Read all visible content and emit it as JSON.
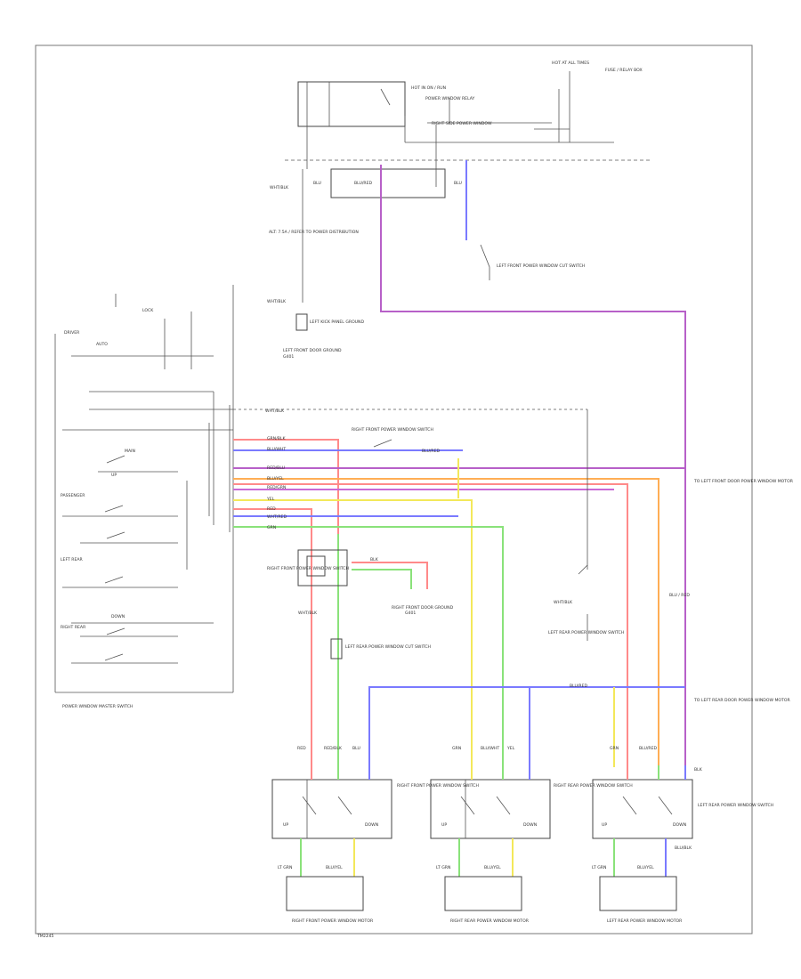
{
  "figure_code": "TM2245",
  "labels": {
    "power_window_relay": "POWER WINDOW RELAY",
    "hot_in_on": "HOT IN ON / RUN",
    "hot_at_all_times": "HOT AT ALL TIMES",
    "fuse_box": "FUSE / RELAY BOX",
    "relay_pins": "RIGHT SIDE POWER WINDOW",
    "wht_blk_a": "WHT/BLK",
    "blu": "BLU",
    "blu_red": "BLU/RED",
    "blu_top": "BLU",
    "under_dash": "ALT: 7.5A / REFER TO POWER DISTRIBUTION",
    "left_kick_ground": "LEFT KICK PANEL GROUND",
    "left_front_pw_junction": "LEFT FRONT POWER WINDOW CUT SWITCH",
    "wht_blk_ground": "WHT/BLK",
    "ground_left": "LEFT FRONT DOOR GROUND",
    "ground_note": "G401",
    "master_switch": "POWER WINDOW MASTER SWITCH",
    "sw_driver": "DRIVER",
    "sw_passenger": "PASSENGER",
    "sw_left_rear": "LEFT REAR",
    "sw_right_rear": "RIGHT REAR",
    "sw_main": "MAIN",
    "sw_up": "UP",
    "sw_down": "DOWN",
    "sw_auto": "AUTO",
    "lock": "LOCK",
    "wht_blk_c": "WHT/BLK",
    "right_front_switch": "RIGHT FRONT POWER WINDOW SWITCH",
    "right_front_switch2": "RIGHT FRONT POWER WINDOW SWITCH",
    "wht_blk_mid": "WHT/BLK",
    "grn_blk": "GRN/BLK",
    "red_blu": "RED/BLU",
    "blu_wht": "BLU/WHT",
    "blu_yel": "BLU/YEL",
    "red_grn": "RED/GRN",
    "yel": "YEL",
    "red": "RED",
    "wht_red": "WHT/RED",
    "grn": "GRN",
    "blu_red2": "BLU/RED",
    "blk": "BLK",
    "to_ground": "G401",
    "right_door_ground": "RIGHT FRONT DOOR GROUND",
    "right_rear_switch_box": "LEFT REAR POWER WINDOW CUT SWITCH",
    "cut_switch": "WHT/BLK",
    "left_rear_cut": "LEFT REAR POWER WINDOW SWITCH",
    "blu_arrow": "BLU/RED",
    "to_left_front": "TO LEFT FRONT DOOR POWER WINDOW MOTOR",
    "to_left_rear": "TO LEFT REAR DOOR POWER WINDOW MOTOR",
    "blu_right": "BLU / RED",
    "red_l": "RED",
    "red_blk": "RED/BLK",
    "blu_l": "BLU",
    "grn_l": "GRN",
    "blu_wht_l": "BLU/WHT",
    "yel_l": "YEL",
    "grn_r": "GRN",
    "blu_r": "BLU/RED",
    "blk_r": "BLK",
    "right_front_sw": "RIGHT FRONT POWER WINDOW SWITCH",
    "right_rear_sw": "RIGHT REAR POWER WINDOW SWITCH",
    "left_rear_sw": "LEFT REAR POWER WINDOW SWITCH",
    "up": "UP",
    "down": "DOWN",
    "lt_grn": "LT GRN",
    "blu_yel2": "BLU/YEL",
    "right_front_motor": "RIGHT FRONT POWER WINDOW MOTOR",
    "right_rear_motor": "RIGHT REAR POWER WINDOW MOTOR",
    "left_rear_motor": "LEFT REAR POWER WINDOW MOTOR",
    "blu_blk": "BLU/BLK"
  },
  "colors": {
    "red": "#ff8a8a",
    "blue": "#7a7aff",
    "purple": "#b760c8",
    "orange": "#ffae55",
    "yellow": "#f3e85a",
    "green": "#8ae27a",
    "pink_violet": "#c86ad6"
  }
}
